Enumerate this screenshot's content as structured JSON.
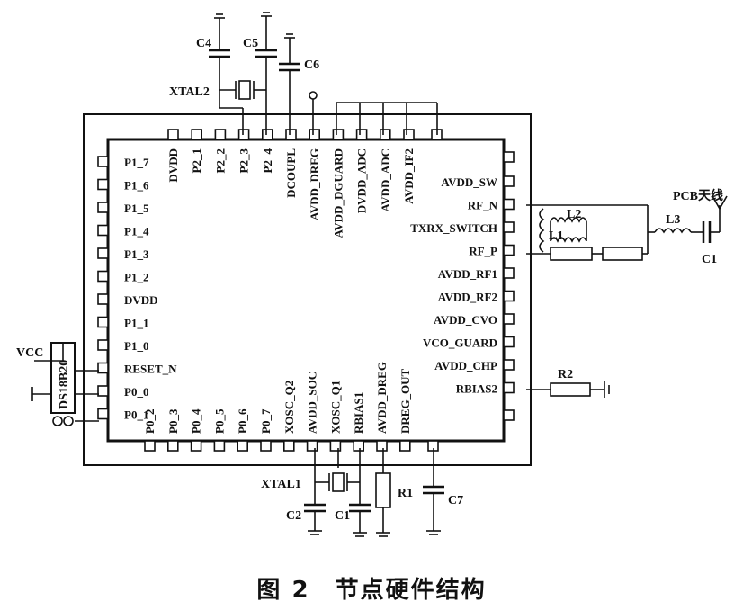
{
  "left_pins": [
    "P1_7",
    "P1_6",
    "P1_5",
    "P1_4",
    "P1_3",
    "P1_2",
    "DVDD",
    "P1_1",
    "P1_0",
    "RESET_N",
    "P0_0",
    "P0_1"
  ],
  "top_pins": [
    "DVDD",
    "P2_1",
    "P2_2",
    "P2_3",
    "P2_4",
    "DCOUPL",
    "AVDD_DREG",
    "AVDD_DGUARD",
    "DVDD_ADC",
    "AVDD_ADC",
    "AVDD_IF2"
  ],
  "right_pins": [
    "AVDD_SW",
    "RF_N",
    "TXRX_SWITCH",
    "RF_P",
    "AVDD_RF1",
    "AVDD_RF2",
    "AVDD_CVO",
    "VCO_GUARD",
    "AVDD_CHP",
    "RBIAS2"
  ],
  "bottom_pins": [
    "P0_2",
    "P0_3",
    "P0_4",
    "P0_5",
    "P0_6",
    "P0_7",
    "XOSC_Q2",
    "AVDD_SOC",
    "XOSC_Q1",
    "RBIAS1",
    "AVDD_DREG",
    "DREG_OUT"
  ],
  "components": {
    "c4": "C4",
    "c5": "C5",
    "c6": "C6",
    "xtal2": "XTAL2",
    "xtal1": "XTAL1",
    "c2": "C2",
    "c1": "C1",
    "c7": "C7",
    "r1": "R1",
    "l1": "L1",
    "l2": "L2",
    "l3": "L3",
    "c_ant": "C1",
    "r2": "R2",
    "antenna": "PCB天线",
    "vcc": "VCC",
    "sensor": "DS18B20"
  },
  "caption": "图 2　节点硬件结构"
}
